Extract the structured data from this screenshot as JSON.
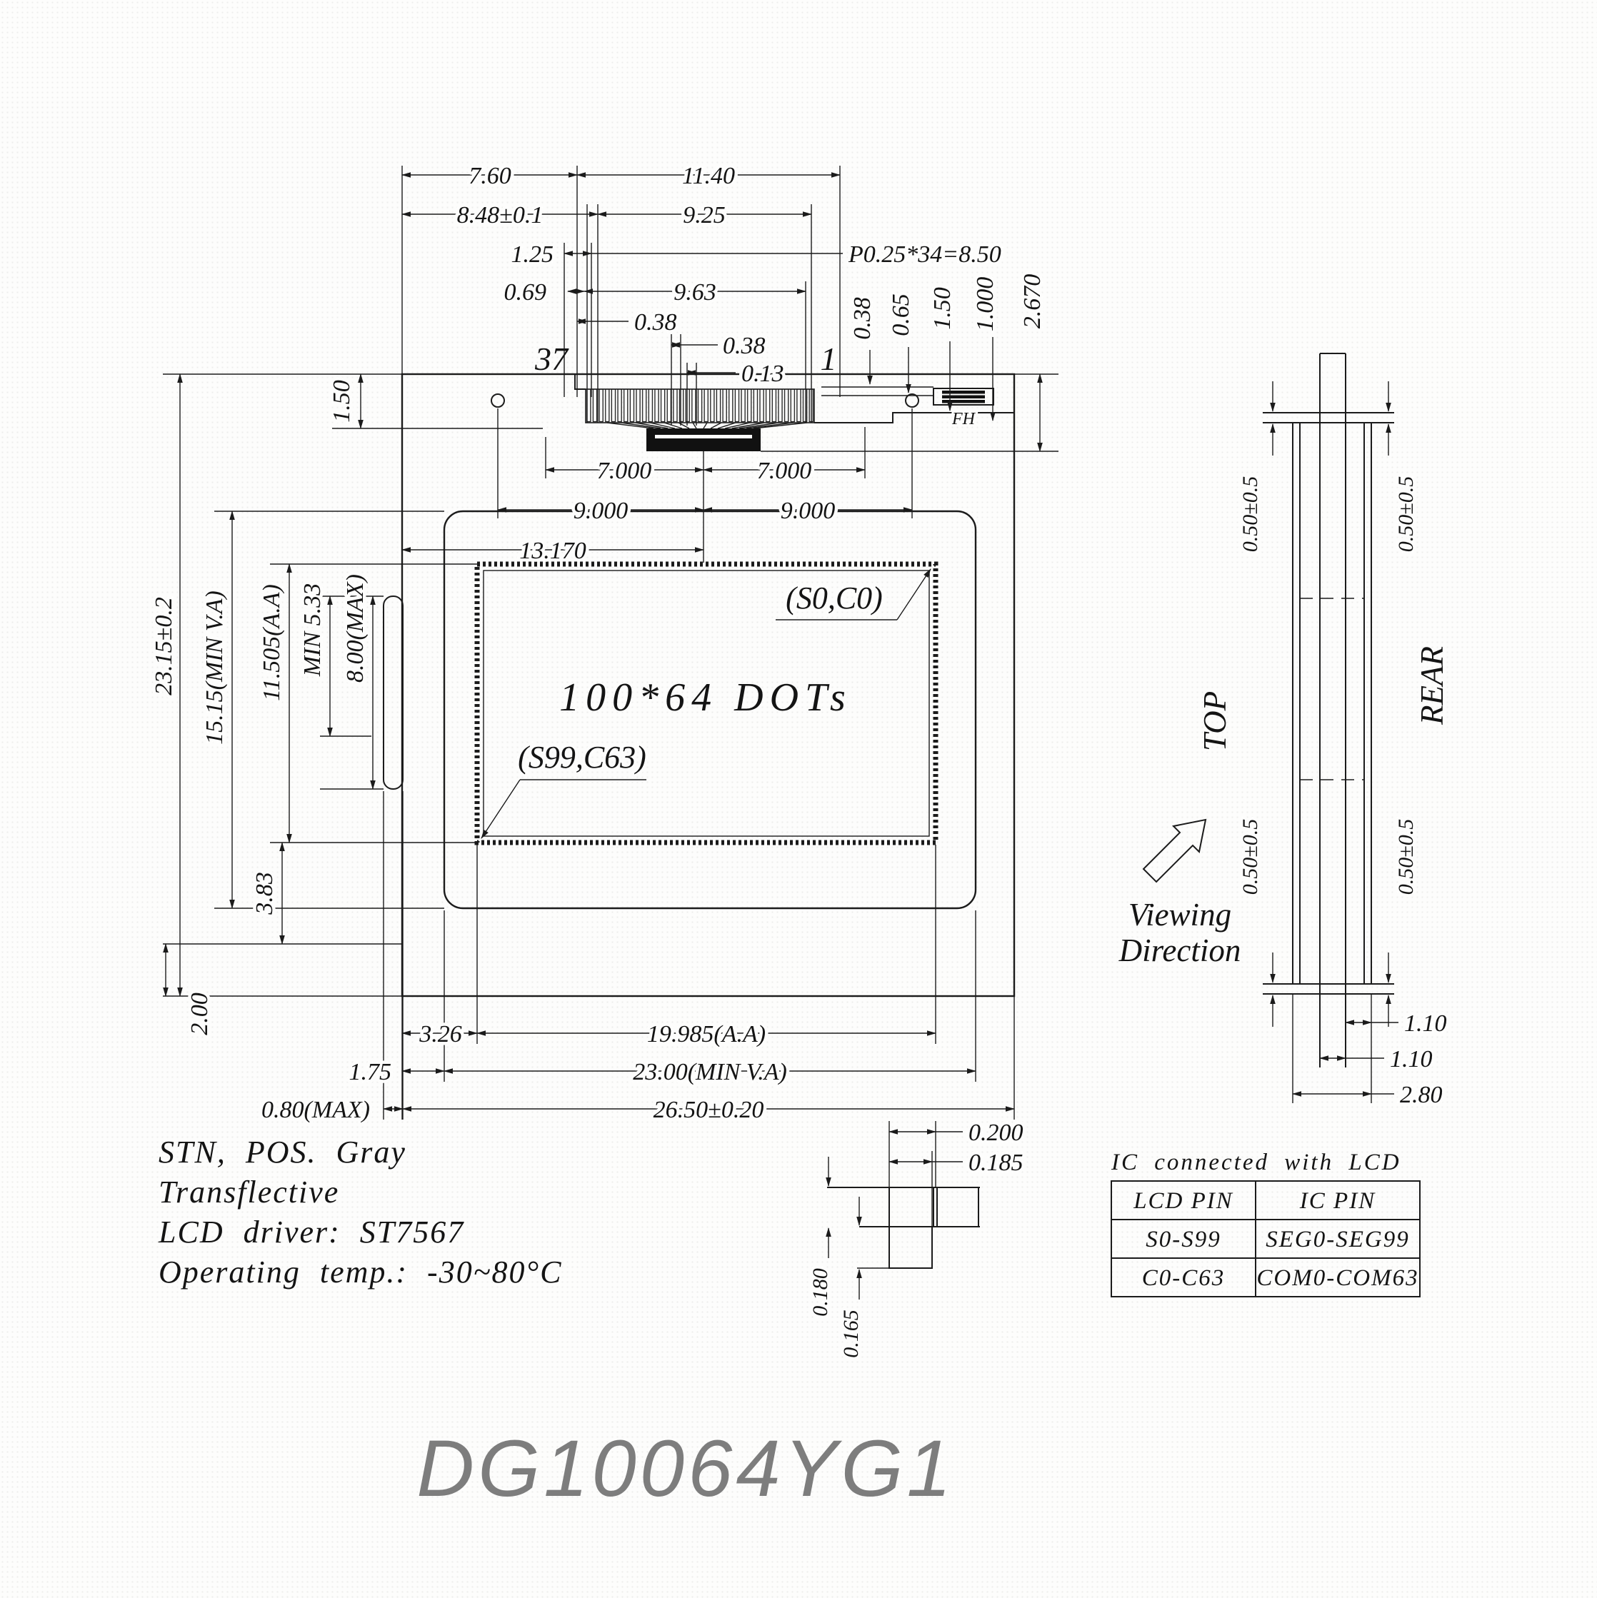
{
  "part_number": "DG10064YG1",
  "display": {
    "dots_label": "100*64 DOTs",
    "corner_top_right": "(S0,C0)",
    "corner_bottom_left": "(S99,C63)"
  },
  "pins": {
    "left_number": "37",
    "right_number": "1",
    "component": "FH"
  },
  "dims": {
    "top": {
      "w1": "7.60",
      "w2": "11.40",
      "w3": "8.48±0.1",
      "w4": "9.25",
      "w5": "1.25",
      "pitch": "P0.25*34=8.50",
      "w6": "0.69",
      "w7": "9.63",
      "w8": "0.38",
      "w9": "0.38",
      "w10": "0.13"
    },
    "right": {
      "v1": "0.38",
      "v2": "0.65",
      "v3": "1.50",
      "v4": "1.000",
      "v5": "2.670"
    },
    "left": {
      "v1": "1.50",
      "v2": "23.15±0.2",
      "v3": "15.15(MIN V.A)",
      "v4": "11.505(A.A)",
      "v5": "MIN 5.33",
      "v6": "8.00(MAX)",
      "v7": "3.83",
      "v8": "2.00"
    },
    "mid": {
      "m1": "7.000",
      "m2": "7.000",
      "m3": "9.000",
      "m4": "9.000",
      "m5": "13.170"
    },
    "bottom": {
      "b1": "3.26",
      "b2": "19.985(A.A)",
      "b3": "1.75",
      "b4": "23.00(MIN V.A)",
      "b5": "0.80(MAX)",
      "b6": "26.50±0.20"
    },
    "side": {
      "s1": "0.50±0.5",
      "s2": "0.50±0.5",
      "s3": "0.50±0.5",
      "s4": "0.50±0.5",
      "t1": "1.10",
      "t2": "1.10",
      "t3": "2.80"
    },
    "detail": {
      "p1": "0.200",
      "p2": "0.185",
      "p3": "0.180",
      "p4": "0.165"
    }
  },
  "side_view": {
    "top_label": "TOP",
    "rear_label": "REAR",
    "viewing_line1": "Viewing",
    "viewing_line2": "Direction"
  },
  "notes": {
    "line1": "STN, POS. Gray",
    "line2": "Transflective",
    "line3": "LCD driver: ST7567",
    "line4": "Operating temp.: -30~80°C"
  },
  "table": {
    "title": "IC connected with LCD",
    "col1": "LCD PIN",
    "col2": "IC PIN",
    "rows": [
      [
        "S0-S99",
        "SEG0-SEG99"
      ],
      [
        "C0-C63",
        "COM0-COM63"
      ]
    ]
  }
}
